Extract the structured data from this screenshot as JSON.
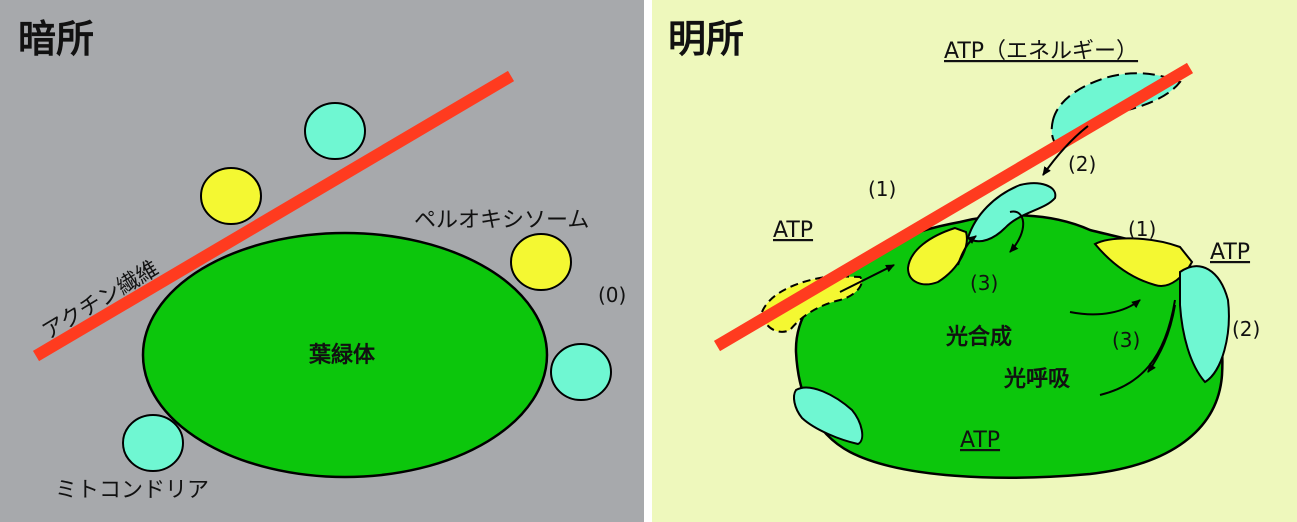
{
  "dark": {
    "title": "暗所",
    "actin_label": "アクチン繊維",
    "peroxisome_label": "ペルオキシソーム",
    "chloroplast_label": "葉緑体",
    "mitochondria_label": "ミトコンドリア",
    "stage": "(0)"
  },
  "light": {
    "title": "明所",
    "atp_energy": "ATP（エネルギー）",
    "step1_left": "(1)",
    "step1_right": "(1)",
    "step2_top": "(2)",
    "step2_right": "(2)",
    "step3_left": "(3)",
    "step3_right": "(3)",
    "atp_left": "ATP",
    "atp_right": "ATP",
    "atp_bottom": "ATP",
    "photosynthesis": "光合成",
    "photorespiration": "光呼吸"
  },
  "colors": {
    "dark_bg": "#a7a9ac",
    "light_bg": "#eef8bc",
    "actin": "#ff3b1f",
    "chloroplast": "#0cc60c",
    "peroxisome": "#f4f832",
    "mitochondria": "#6ff7d2"
  }
}
